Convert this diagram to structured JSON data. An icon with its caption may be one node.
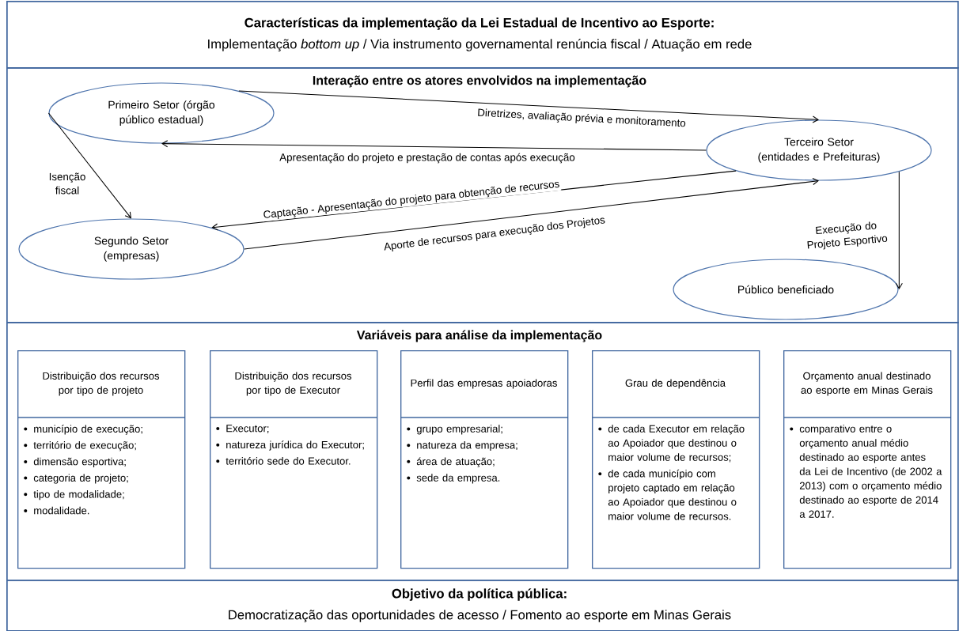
{
  "diagram": {
    "nodes": [
      {
        "text": [
          "Características da implementação da Lei Estadual de Incentivo ao Esporte:",
          "Implementação *bottom up* / Via instrumento governamental renúncia fiscal / Atuação em rede"
        ]
      },
      {
        "text": [
          "Interação entre os atores envolvidos na implementação"
        ]
      },
      {
        "text": [
          "Primeiro Setor (órgão público estadual)"
        ],
        "in": 1
      },
      {
        "text": [
          "Terceiro Setor (entidades e Prefeituras)"
        ],
        "in": 1
      },
      {
        "text": [
          "Segundo Setor (empresas)"
        ],
        "in": 1
      },
      {
        "text": [
          "Público beneficiado"
        ],
        "in": 1
      },
      {
        "text": [
          "Variáveis para análise da implementação"
        ]
      },
      {
        "text": [
          "Distribuição dos recursos por tipo de projeto",
          "município de execução;",
          "território de execução;",
          "dimensão esportiva;",
          "categoria de projeto;",
          "tipo de modalidade;",
          "modalidade."
        ],
        "in": 6
      },
      {
        "text": [
          "Distribuição dos recursos por tipo de Executor",
          "Executor;",
          "natureza jurídica do Executor;",
          "território sede do Executor."
        ],
        "in": 6
      },
      {
        "text": [
          "Perfil das empresas apoiadoras",
          "grupo empresarial;",
          "natureza da empresa;",
          "área de atuação;",
          "sede da empresa."
        ],
        "in": 6
      },
      {
        "text": [
          "Grau de dependência",
          "de cada Executor em relação ao Apoiador que destinou o maior volume de recursos;",
          "de cada município com projeto captado em relação ao Apoiador que destinou o maior volume de recursos."
        ],
        "in": 6
      },
      {
        "text": [
          "Orçamento anual destinado ao esporte em Minas Gerais",
          "comparativo entre o orçamento anual médio destinado ao esporte antes da Lei de Incentivo (de 2002 a 2013) com o orçamento médio destinado ao esporte de 2014 a 2017."
        ],
        "in": 6
      },
      {
        "text": [
          "Objetivo da política pública:",
          "Democratização das oportunidades de acesso / Fomento ao esporte em Minas Gerais"
        ]
      }
    ],
    "edges": [
      {
        "from": 2,
        "to": 3,
        "arrow": "to",
        "label": "Diretrizes, avaliação prévia e monitoramento"
      },
      {
        "from": 3,
        "to": 2,
        "arrow": "to",
        "label": "Apresentação do projeto e prestação de contas após execução"
      },
      {
        "from": 2,
        "to": 4,
        "arrow": "to",
        "label": "Isenção fiscal"
      },
      {
        "from": 3,
        "to": 4,
        "arrow": "to",
        "label": "Captação - Apresentação do projeto para obtenção de recursos"
      },
      {
        "from": 4,
        "to": 3,
        "arrow": "to",
        "label": "Aporte de recursos para execução dos Projetos"
      },
      {
        "from": 3,
        "to": 5,
        "arrow": "to",
        "label": "Execução do Projeto Esportivo"
      }
    ]
  }
}
